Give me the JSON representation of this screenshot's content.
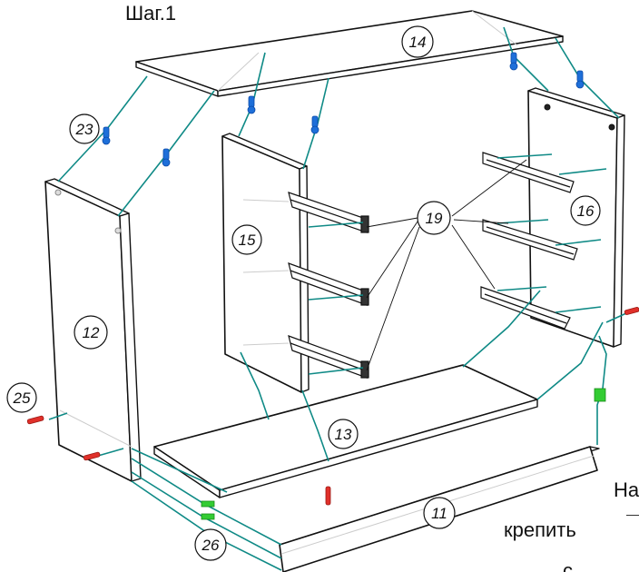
{
  "title": "Шаг.1",
  "labels": {
    "p11": "11",
    "p12": "12",
    "p13": "13",
    "p14": "14",
    "p15": "15",
    "p16": "16",
    "p19": "19",
    "p23": "23",
    "p25": "25",
    "p26": "26"
  },
  "side_text": {
    "line1": "На",
    "line2": "крепить",
    "line3": "с"
  },
  "colors": {
    "teal_guides": "#0f8a86",
    "blue_dowel": "#1e6fd9",
    "red_screw": "#e0302a",
    "green_clip": "#33cc33",
    "panel_edge": "#111111",
    "thin_lines": "#cccccc"
  }
}
